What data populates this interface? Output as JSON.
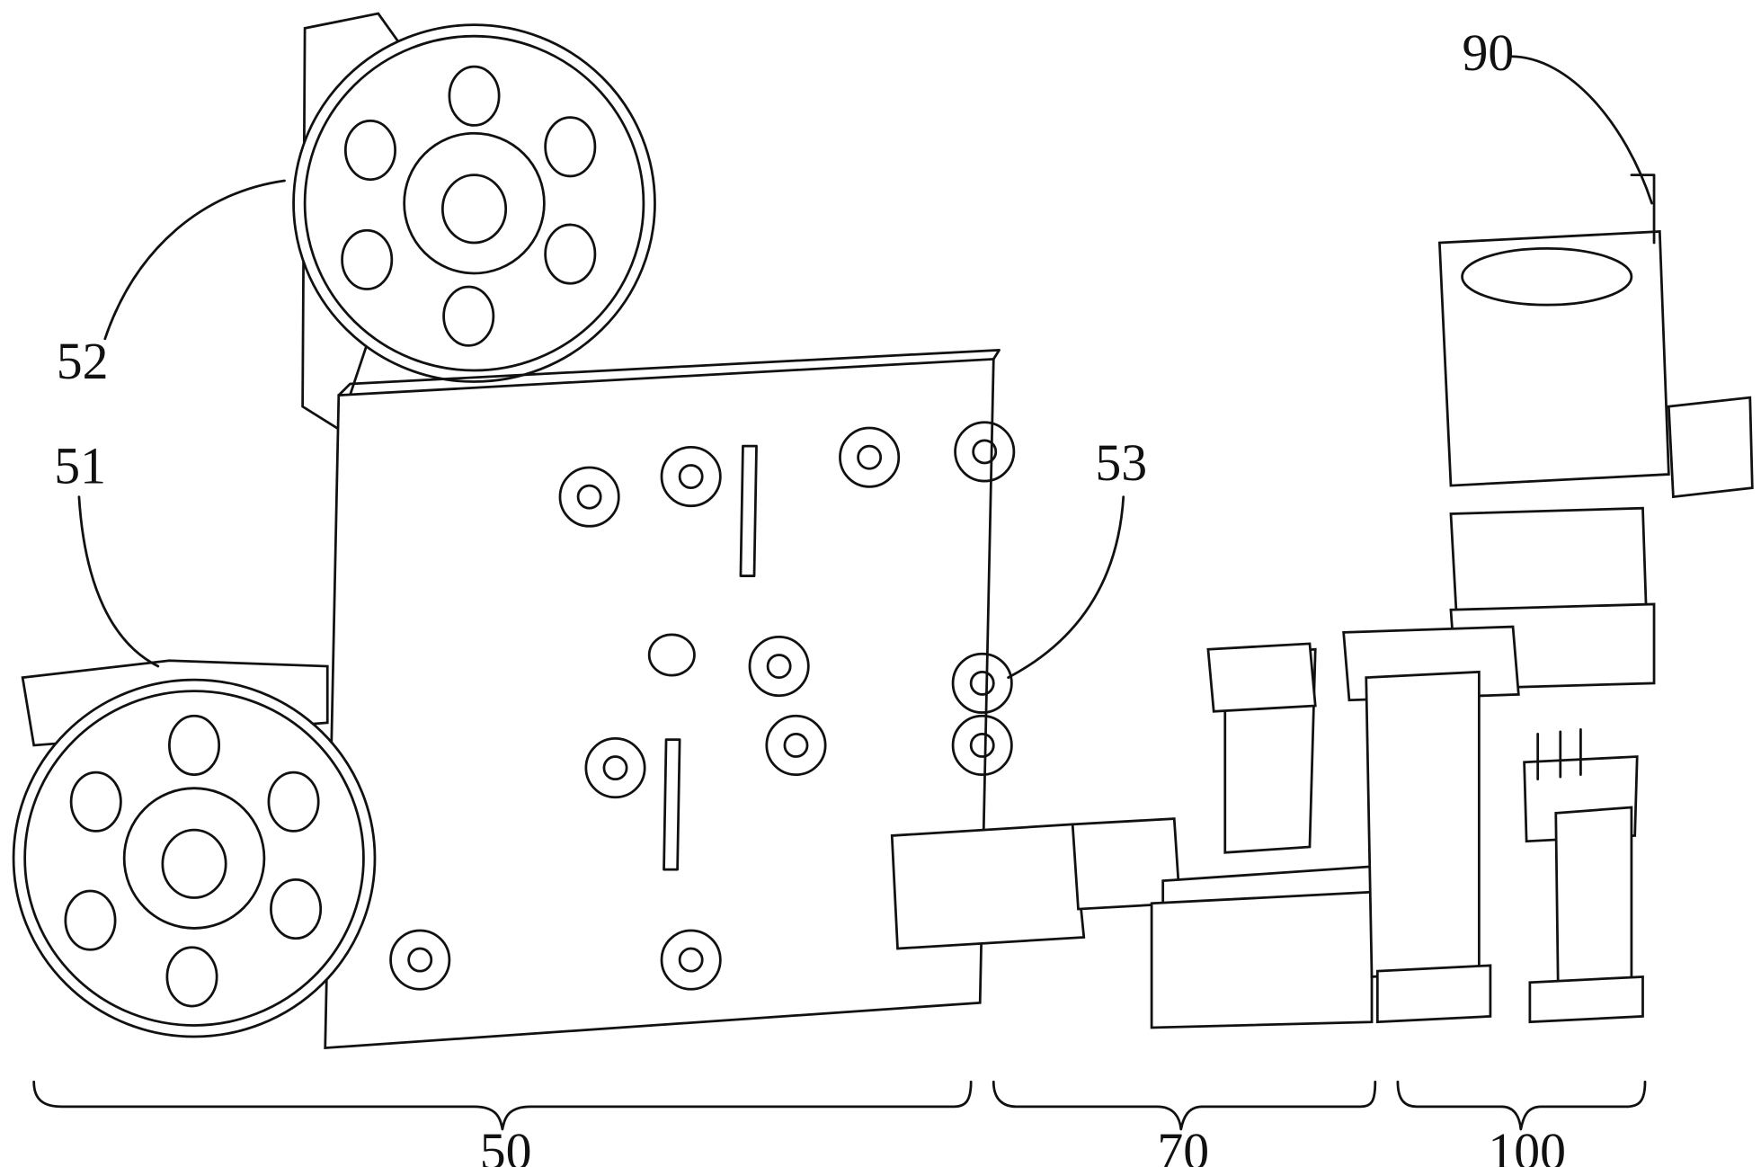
{
  "figure": {
    "type": "patent line drawing",
    "reference_labels": {
      "assembly_50": "50",
      "assembly_70": "70",
      "assembly_100": "100",
      "lower_reel": "51",
      "upper_reel": "52",
      "guide_roller": "53",
      "top_component": "90"
    }
  }
}
